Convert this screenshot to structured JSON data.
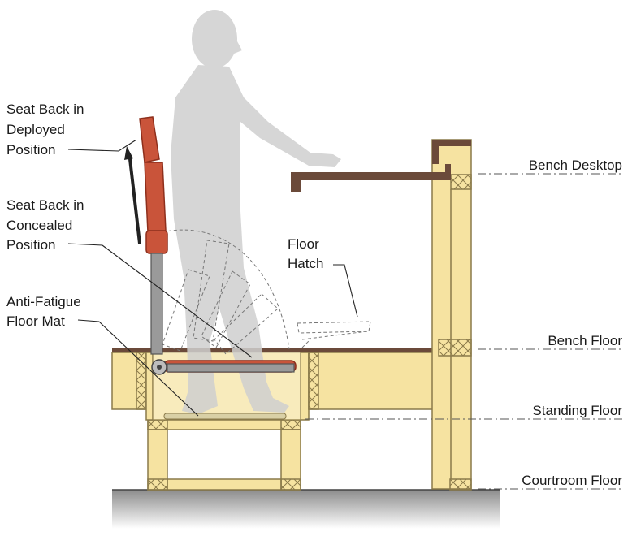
{
  "labels": {
    "seat_back_deployed": [
      "Seat Back in",
      "Deployed",
      "Position"
    ],
    "seat_back_concealed": [
      "Seat Back in",
      "Concealed",
      "Position"
    ],
    "floor_mat": [
      "Anti-Fatigue",
      "Floor Mat"
    ],
    "floor_hatch": [
      "Floor",
      "Hatch"
    ],
    "bench_desktop": "Bench Desktop",
    "bench_floor": "Bench Floor",
    "standing_floor": "Standing Floor",
    "courtroom_floor": "Courtroom Floor"
  },
  "colors": {
    "wood": "#f6e3a1",
    "wood_dark": "#e9cf7c",
    "seat": "#c9543a",
    "seat_dark": "#8e2f1c",
    "person": "#cfcfcf",
    "desk": "#6b4a3a",
    "metal": "#9a9a9a",
    "ground": "#8c8c8c"
  }
}
